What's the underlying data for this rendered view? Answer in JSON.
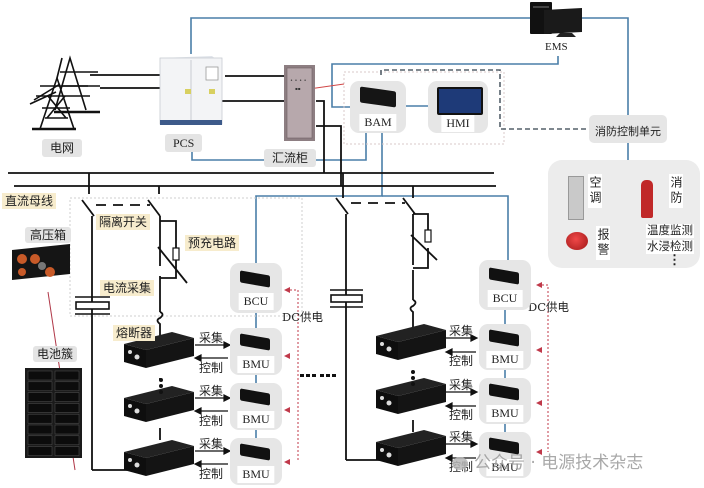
{
  "title": "储能系统电池管理系统(BMS)架构示意图",
  "colors": {
    "power_line": "#111111",
    "comm_line": "#4a7ea8",
    "dc_supply": "#c0394a",
    "dashed_frame": "#c8c8c8",
    "card_bg": "#e6e6e6",
    "label_highlight": "#f7eccd"
  },
  "nodes": {
    "grid": {
      "label": "电网",
      "icon": "transmission-tower-icon"
    },
    "pcs": {
      "label": "PCS",
      "icon": "inverter-cabinet-icon"
    },
    "combiner": {
      "label": "汇流柜",
      "icon": "combiner-cabinet-icon"
    },
    "ems": {
      "label": "EMS",
      "icon": "computer-icon"
    },
    "bam": {
      "label": "BAM",
      "icon": "controller-box-icon"
    },
    "hmi": {
      "label": "HMI",
      "icon": "touchscreen-icon"
    },
    "fire_control": {
      "label": "消防控制单元"
    },
    "fire_devices": {
      "aircon": {
        "label": "空调",
        "icon": "air-conditioner-icon"
      },
      "extinguisher": {
        "label": "消防",
        "icon": "fire-extinguisher-icon"
      },
      "alarm": {
        "label": "报警",
        "icon": "alarm-light-icon"
      },
      "monitoring": {
        "line1": "温度监测",
        "line2": "水浸检测",
        "more": "⋮"
      }
    }
  },
  "labels": {
    "dc_bus": "直流母线",
    "hv_box": "高压箱",
    "isolation_switch": "隔离开关",
    "precharge": "预充电路",
    "current_sampling": "电流采集",
    "fuse": "熔断器",
    "battery_cluster": "电池簇",
    "dc_supply": "DC供电",
    "collect": "采集",
    "control": "控制",
    "ellipsis_h": "••• •••",
    "ellipsis_v": "⋮"
  },
  "clusters": [
    {
      "bcu": "BCU",
      "bmus": [
        "BMU",
        "BMU",
        "BMU"
      ]
    },
    {
      "bcu": "BCU",
      "bmus": [
        "BMU",
        "BMU",
        "BMU"
      ]
    }
  ],
  "watermark": "公众号 · 电源技术杂志"
}
